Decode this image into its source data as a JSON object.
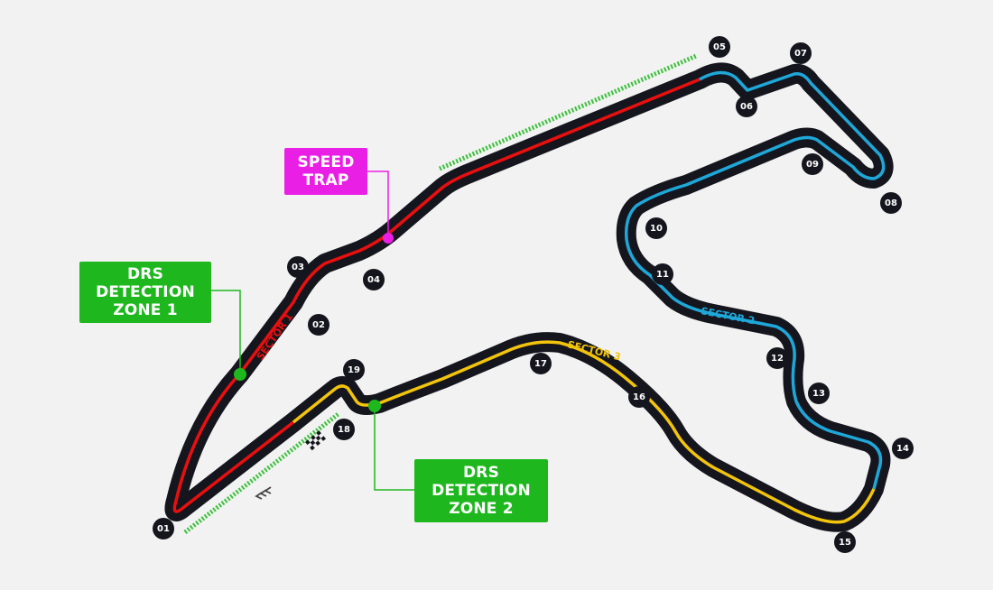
{
  "circuit": {
    "colors": {
      "track": "#15151e",
      "sector1": "#e8100f",
      "sector2": "#1fa7d8",
      "sector3": "#f2c40c",
      "drs": "#1eb81e",
      "speed_trap": "#ea1fe6",
      "background": "#f2f2f2"
    },
    "sectors": [
      {
        "label": "SECTOR 1"
      },
      {
        "label": "SECTOR 2"
      },
      {
        "label": "SECTOR 3"
      }
    ],
    "callouts": {
      "speed_trap": [
        "SPEED",
        "TRAP"
      ],
      "drs_detection_1": [
        "DRS",
        "DETECTION",
        "ZONE 1"
      ],
      "drs_detection_2": [
        "DRS",
        "DETECTION",
        "ZONE 2"
      ]
    },
    "turns": [
      "01",
      "02",
      "03",
      "04",
      "05",
      "06",
      "07",
      "08",
      "09",
      "10",
      "11",
      "12",
      "13",
      "14",
      "15",
      "16",
      "17",
      "18",
      "19"
    ],
    "icons": [
      "start-finish-flag-icon",
      "direction-chevrons-icon"
    ]
  }
}
